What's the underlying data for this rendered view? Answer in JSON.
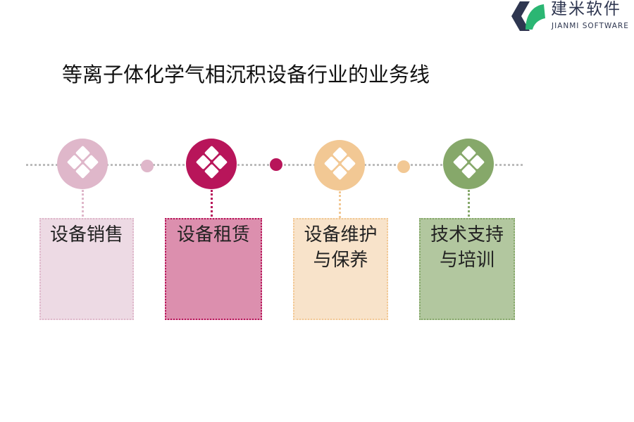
{
  "logo": {
    "cn": "建米软件",
    "en": "JIANMI SOFTWARE"
  },
  "title": "等离子体化学气相沉积设备行业的业务线",
  "colors": {
    "pink": "#dfb7ca",
    "magenta": "#b8155a",
    "peach": "#f2c894",
    "green": "#86a86a"
  },
  "items": [
    {
      "label": "设备销售",
      "icon": "diamond-grid-icon"
    },
    {
      "label": "设备租赁",
      "icon": "diamond-grid-icon"
    },
    {
      "label": "设备维护与保养",
      "icon": "diamond-grid-icon"
    },
    {
      "label": "技术支持与培训",
      "icon": "diamond-grid-icon"
    }
  ]
}
